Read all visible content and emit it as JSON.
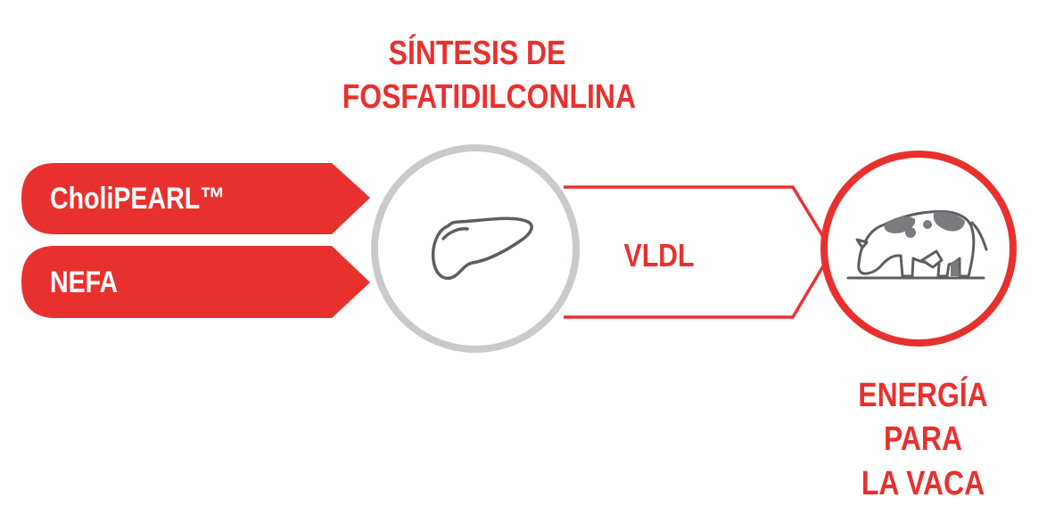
{
  "diagram": {
    "title_top": {
      "line1": "SÍNTESIS DE",
      "line2": "FOSFATIDILCONLINA"
    },
    "inputs": [
      {
        "label": "CholiPEARL™"
      },
      {
        "label": "NEFA"
      }
    ],
    "middle_arrow_label": "VLDL",
    "title_bottom": {
      "line1": "ENERGÍA PARA",
      "line2": "LA VACA"
    },
    "icons": {
      "center": "liver-icon",
      "end": "cow-icon"
    },
    "colors": {
      "accent_red": "#e8312f",
      "ring_gray": "#c9cacc",
      "icon_gray": "#5d5e61",
      "cow_spots": "#7a7b7e",
      "text_white": "#ffffff"
    }
  }
}
